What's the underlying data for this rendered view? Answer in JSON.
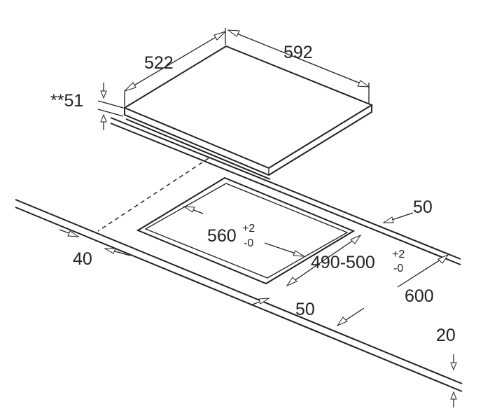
{
  "dimensions": {
    "hob_depth": "522",
    "hob_width": "592",
    "hob_height": "**51",
    "cutout_width": "560",
    "cutout_width_tol_plus": "+2",
    "cutout_width_tol_minus": "-0",
    "cutout_depth": "490-500",
    "cutout_depth_tol_plus": "+2",
    "cutout_depth_tol_minus": "-0",
    "front_distance": "40",
    "back_distance_top": "50",
    "side_distance": "50",
    "worktop_depth": "600",
    "worktop_thickness": "20"
  }
}
